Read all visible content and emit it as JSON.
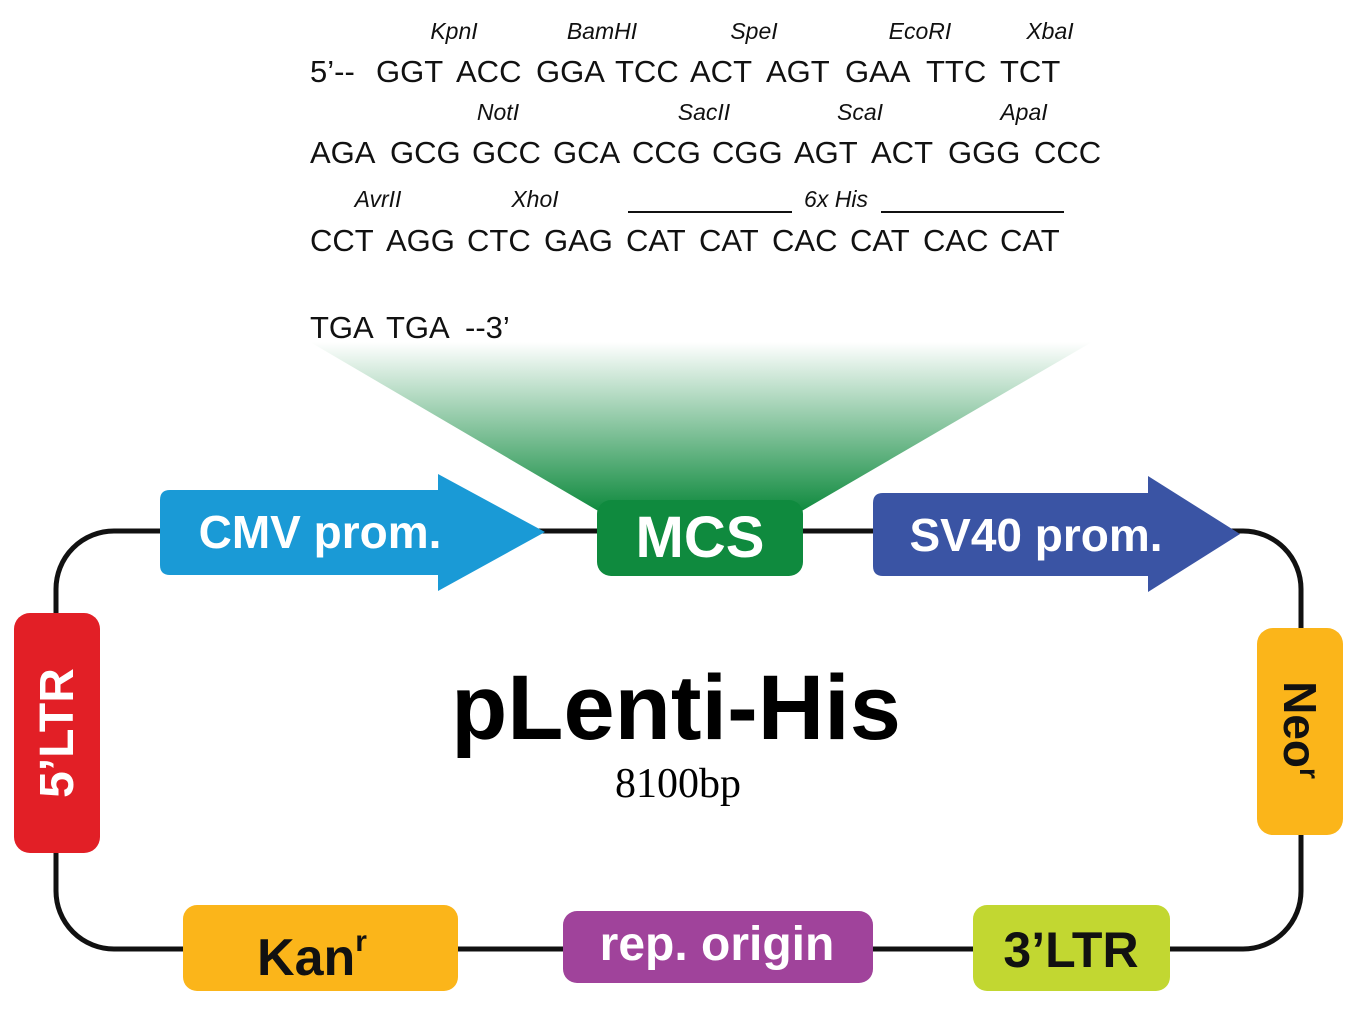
{
  "sequence": {
    "rows": [
      {
        "codons": [
          "5’--",
          "GGT",
          "ACC",
          "GGA",
          "TCC",
          "ACT",
          "AGT",
          "GAA",
          "TTC",
          "TCT"
        ],
        "sites": [
          "KpnI",
          "BamHI",
          "SpeI",
          "EcoRI",
          "XbaI"
        ]
      },
      {
        "codons": [
          "AGA",
          "GCG",
          "GCC",
          "GCA",
          "CCG",
          "CGG",
          "AGT",
          "ACT",
          "GGG",
          "CCC"
        ],
        "sites": [
          "NotI",
          "SacII",
          "ScaI",
          "ApaI"
        ]
      },
      {
        "codons": [
          "CCT",
          "AGG",
          "CTC",
          "GAG",
          "CAT",
          "CAT",
          "CAC",
          "CAT",
          "CAC",
          "CAT"
        ],
        "sites": [
          "AvrII",
          "XhoI"
        ],
        "tag_label": "6x His"
      },
      {
        "codons": [
          "TGA",
          "TGA",
          "--3’"
        ],
        "sites": []
      }
    ]
  },
  "plasmid": {
    "name": "pLenti-His",
    "size": "8100bp"
  },
  "features": {
    "cmv": {
      "label": "CMV prom.",
      "color": "#1a9ad6"
    },
    "mcs": {
      "label": "MCS",
      "color": "#0f8a3e"
    },
    "sv40": {
      "label": "SV40 prom.",
      "color": "#3a54a4"
    },
    "ltr5": {
      "label": "5’LTR",
      "color": "#e21f26"
    },
    "neo": {
      "label": "Neo",
      "sup": "r",
      "color": "#fbb51a"
    },
    "kan": {
      "label": "Kan",
      "sup": "r",
      "color": "#fbb51a"
    },
    "ori": {
      "label": "rep. origin",
      "color": "#a0439b"
    },
    "ltr3": {
      "label": "3’LTR",
      "color": "#c2d731"
    }
  }
}
